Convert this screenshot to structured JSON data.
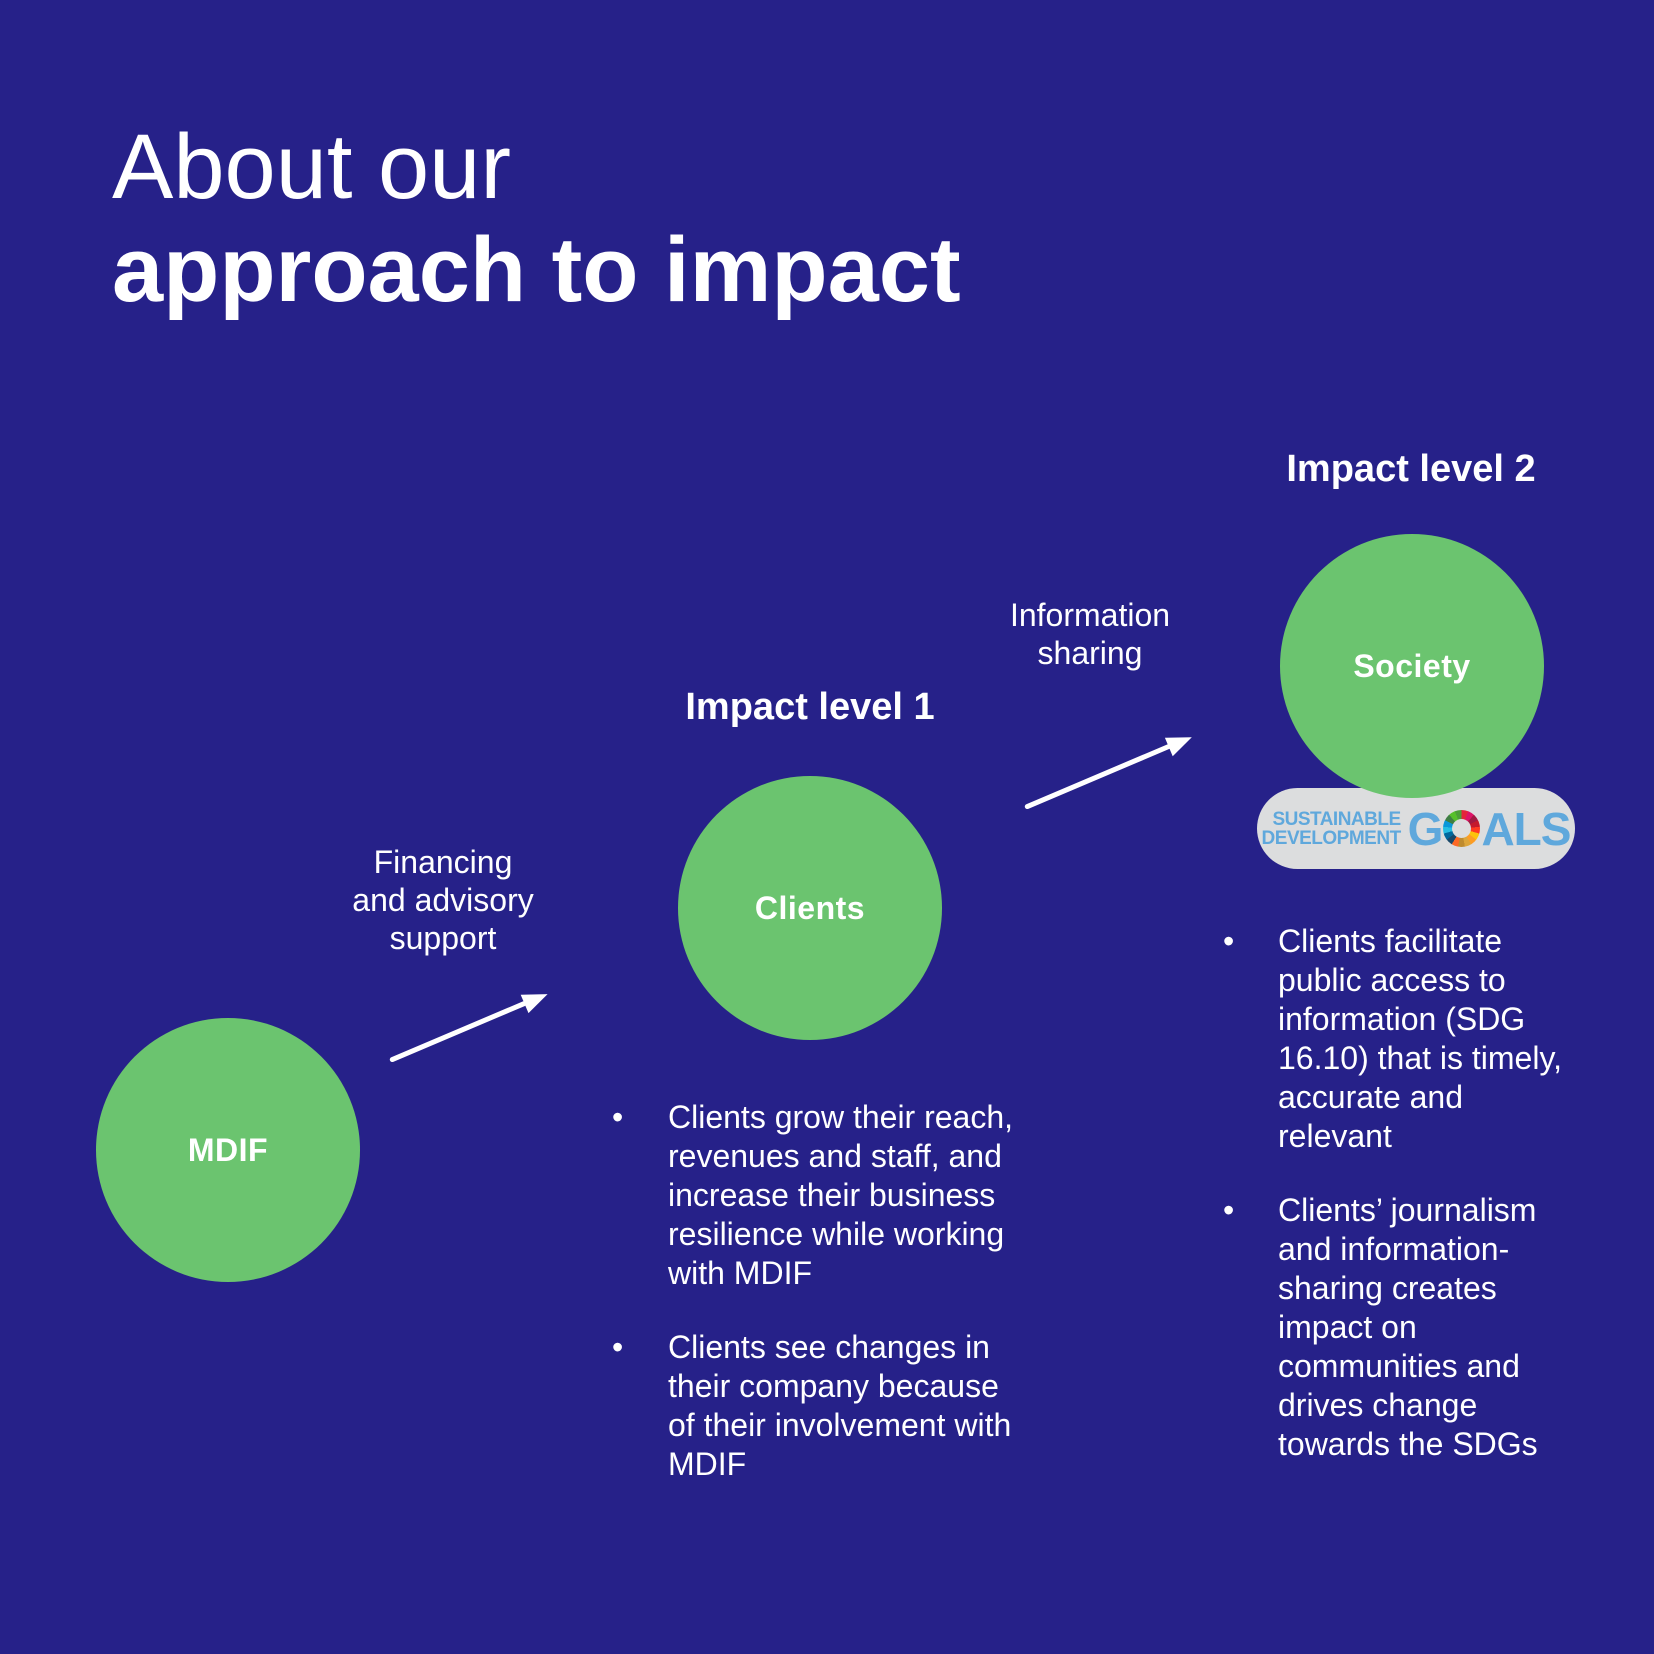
{
  "colors": {
    "background": "#262189",
    "node_green": "#6BC46F",
    "text": "#FFFFFF",
    "sdg_blue": "#5FA8DC",
    "sdg_pill": "#DCDDDE"
  },
  "ui": {
    "bullet_glyph": "•"
  },
  "slide": {
    "title_line1": "About our",
    "title_line2": "approach to impact"
  },
  "diagram": {
    "impact_level_1": "Impact level 1",
    "impact_level_2": "Impact level 2",
    "nodes": {
      "mdif": "MDIF",
      "clients": "Clients",
      "society": "Society"
    },
    "connectors": {
      "financing": "Financing\nand advisory\nsupport",
      "information": "Information\nsharing"
    }
  },
  "bullets": {
    "clients": [
      "Clients grow their reach,\nrevenues and staff, and\nincrease their business\nresilience while working\nwith MDIF",
      "Clients see changes in\ntheir company because\nof their involvement with\nMDIF"
    ],
    "society": [
      "Clients facilitate\npublic access to\ninformation (SDG\n16.10) that is timely,\naccurate and\nrelevant",
      "Clients’ journalism\nand information-\nsharing creates\nimpact on\ncommunities and\ndrives change\ntowards the SDGs"
    ]
  },
  "sdg_logo": {
    "word1": "SUSTAINABLE",
    "word2": "DEVELOPMENT",
    "goals_g": "G",
    "goals_als": "ALS",
    "wheel_colors": [
      "#E5243B",
      "#DD1367",
      "#A21942",
      "#C5192D",
      "#FF3A21",
      "#FCC30B",
      "#FD9D24",
      "#DDA63A",
      "#BF8B2E",
      "#FD6925",
      "#19486A",
      "#00689D",
      "#26BDE2",
      "#0A97D9",
      "#3F7E44",
      "#56C02B",
      "#4C9F38"
    ]
  }
}
